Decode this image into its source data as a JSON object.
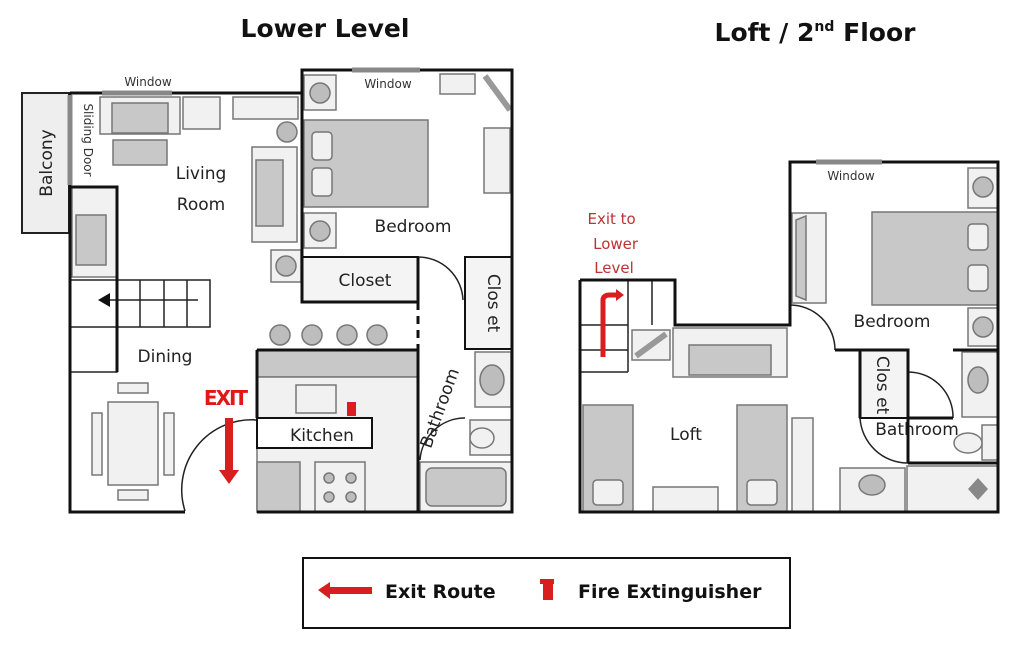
{
  "lower_level": {
    "title": "Lower Level",
    "rooms": {
      "balcony": "Balcony",
      "sliding_door": "Sliding Door",
      "window_living": "Window",
      "window_bedroom": "Window",
      "living_room_1": "Living",
      "living_room_2": "Room",
      "bedroom": "Bedroom",
      "closet": "Closet",
      "closet_side": "Clos et",
      "dining": "Dining",
      "kitchen": "Kitchen",
      "bathroom": "Bathroom"
    },
    "exit_sign": "EXIT"
  },
  "loft": {
    "title_main": "Loft / 2",
    "title_sup": "nd",
    "title_end": " Floor",
    "rooms": {
      "window": "Window",
      "bedroom": "Bedroom",
      "closet": "Clos et",
      "bathroom": "Bathroom",
      "loft": "Loft"
    },
    "exit_note": [
      "Exit to",
      "Lower",
      "Level"
    ]
  },
  "legend": {
    "exit_route": "Exit Route",
    "fire_extinguisher": "Fire Extinguisher"
  },
  "colors": {
    "exit": "#d81e1e",
    "wall": "#111111",
    "furniture": "#c8c8c8"
  }
}
